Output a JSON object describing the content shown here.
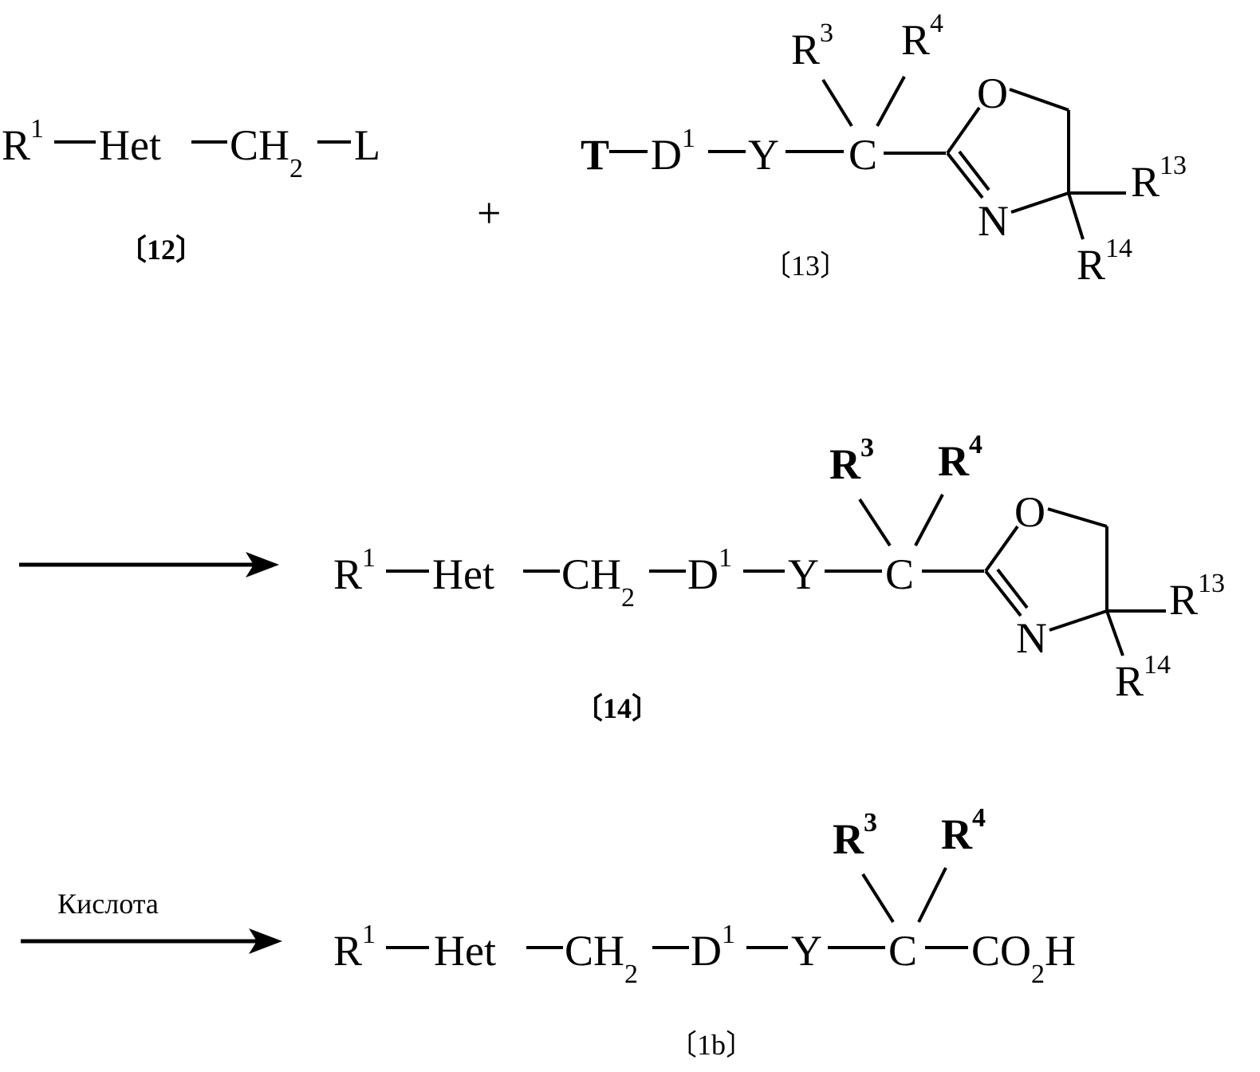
{
  "atoms": {
    "R": "R",
    "sup_1": "1",
    "sup_3": "3",
    "sup_4": "4",
    "sup_13": "13",
    "sup_14": "14",
    "sub_2": "2",
    "Het": "Het",
    "CH": "CH",
    "L": "L",
    "T": "T",
    "D": "D",
    "Y": "Y",
    "C": "C",
    "O": "O",
    "N": "N",
    "CO": "CO",
    "H": "H"
  },
  "plus": "+",
  "compounds": {
    "c12": "〔12〕",
    "c13": "〔13〕",
    "c14": "〔14〕",
    "c1b": "〔1b〕"
  },
  "arrows": {
    "step2_reagent": "Кислота"
  }
}
